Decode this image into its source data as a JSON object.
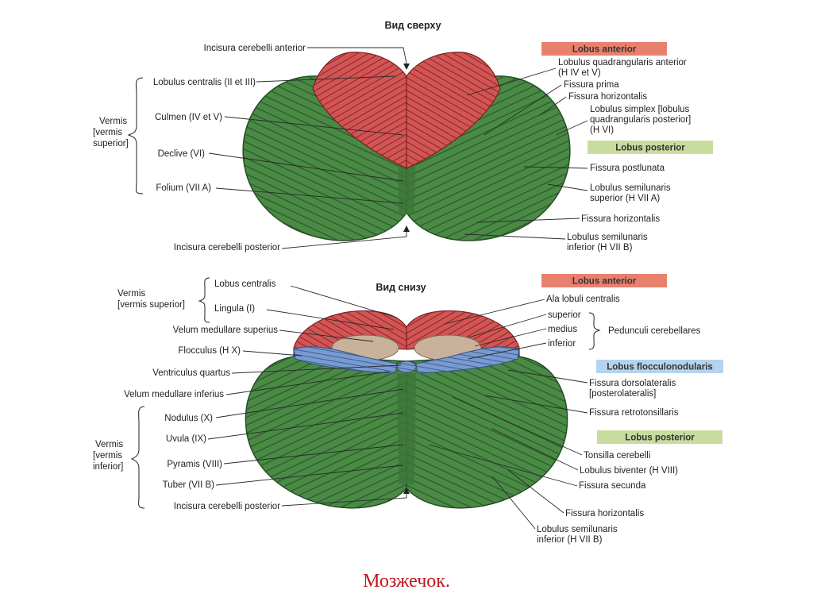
{
  "top_view": {
    "title": "Вид сверху",
    "labels_left": {
      "incisura_anterior": "Incisura cerebelli anterior",
      "lobulus_centralis": "Lobulus centralis (II et III)",
      "culmen": "Culmen (IV et V)",
      "declive": "Declive (VI)",
      "folium": "Folium (VII A)",
      "incisura_posterior": "Incisura cerebelli posterior"
    },
    "vermis_bracket": [
      "Vermis",
      "[vermis",
      "superior]"
    ],
    "lobus_anterior_box": "Lobus anterior",
    "lobus_posterior_box": "Lobus posterior",
    "labels_right": {
      "quadrangularis_anterior": [
        "Lobulus quadrangularis anterior",
        "(H IV et V)"
      ],
      "fissura_prima": "Fissura prima",
      "fissura_horizontalis_1": "Fissura horizontalis",
      "lobulus_simplex": [
        "Lobulus simplex [lobulus",
        "quadrangularis posterior]",
        "(H VI)"
      ],
      "fissura_postlunata": "Fissura postlunata",
      "semilunaris_superior": [
        "Lobulus semilunaris",
        "superior (H VII A)"
      ],
      "fissura_horizontalis_2": "Fissura horizontalis",
      "semilunaris_inferior": [
        "Lobulus semilunaris",
        "inferior (H VII B)"
      ]
    }
  },
  "bottom_view": {
    "title": "Вид снизу",
    "vermis_superior_bracket": [
      "Vermis",
      "[vermis superior]"
    ],
    "labels_left": {
      "lobus_centralis": "Lobus centralis",
      "lingula": "Lingula (I)",
      "velum_superius": "Velum medullare superius",
      "flocculus": "Flocculus (H X)",
      "ventriculus_quartus": "Ventriculus quartus",
      "velum_inferius": "Velum medullare inferius",
      "nodulus": "Nodulus (X)",
      "uvula": "Uvula (IX)",
      "pyramis": "Pyramis (VIII)",
      "tuber": "Tuber (VII B)",
      "incisura_posterior": "Incisura cerebelli posterior"
    },
    "vermis_inferior_bracket": [
      "Vermis",
      "[vermis",
      "inferior]"
    ],
    "lobus_anterior_box": "Lobus anterior",
    "lobus_flocculonodularis_box": "Lobus flocculonodularis",
    "lobus_posterior_box": "Lobus posterior",
    "labels_right": {
      "ala_lobuli_centralis": "Ala lobuli centralis",
      "superior": "superior",
      "medius": "medius",
      "inferior": "inferior",
      "pedunculi": "Pedunculi cerebellares",
      "fissura_dorsolateralis": [
        "Fissura dorsolateralis",
        "[posterolateralis]"
      ],
      "fissura_retrotonsillaris": "Fissura retrotonsillaris",
      "tonsilla": "Tonsilla cerebelli",
      "biventer": "Lobulus biventer (H VIII)",
      "fissura_secunda": "Fissura secunda",
      "fissura_horizontalis": "Fissura horizontalis",
      "semilunaris_inferior": [
        "Lobulus semilunaris",
        "inferior (H VII B)"
      ]
    }
  },
  "caption": "Мозжечок.",
  "colors": {
    "green": "#3f7a3c",
    "red": "#c9484a",
    "blue": "#6d8fc4",
    "box_red": "#e8806e",
    "box_green": "#c9dca0",
    "box_blue": "#b5d3ee",
    "caption": "#c0171c"
  }
}
